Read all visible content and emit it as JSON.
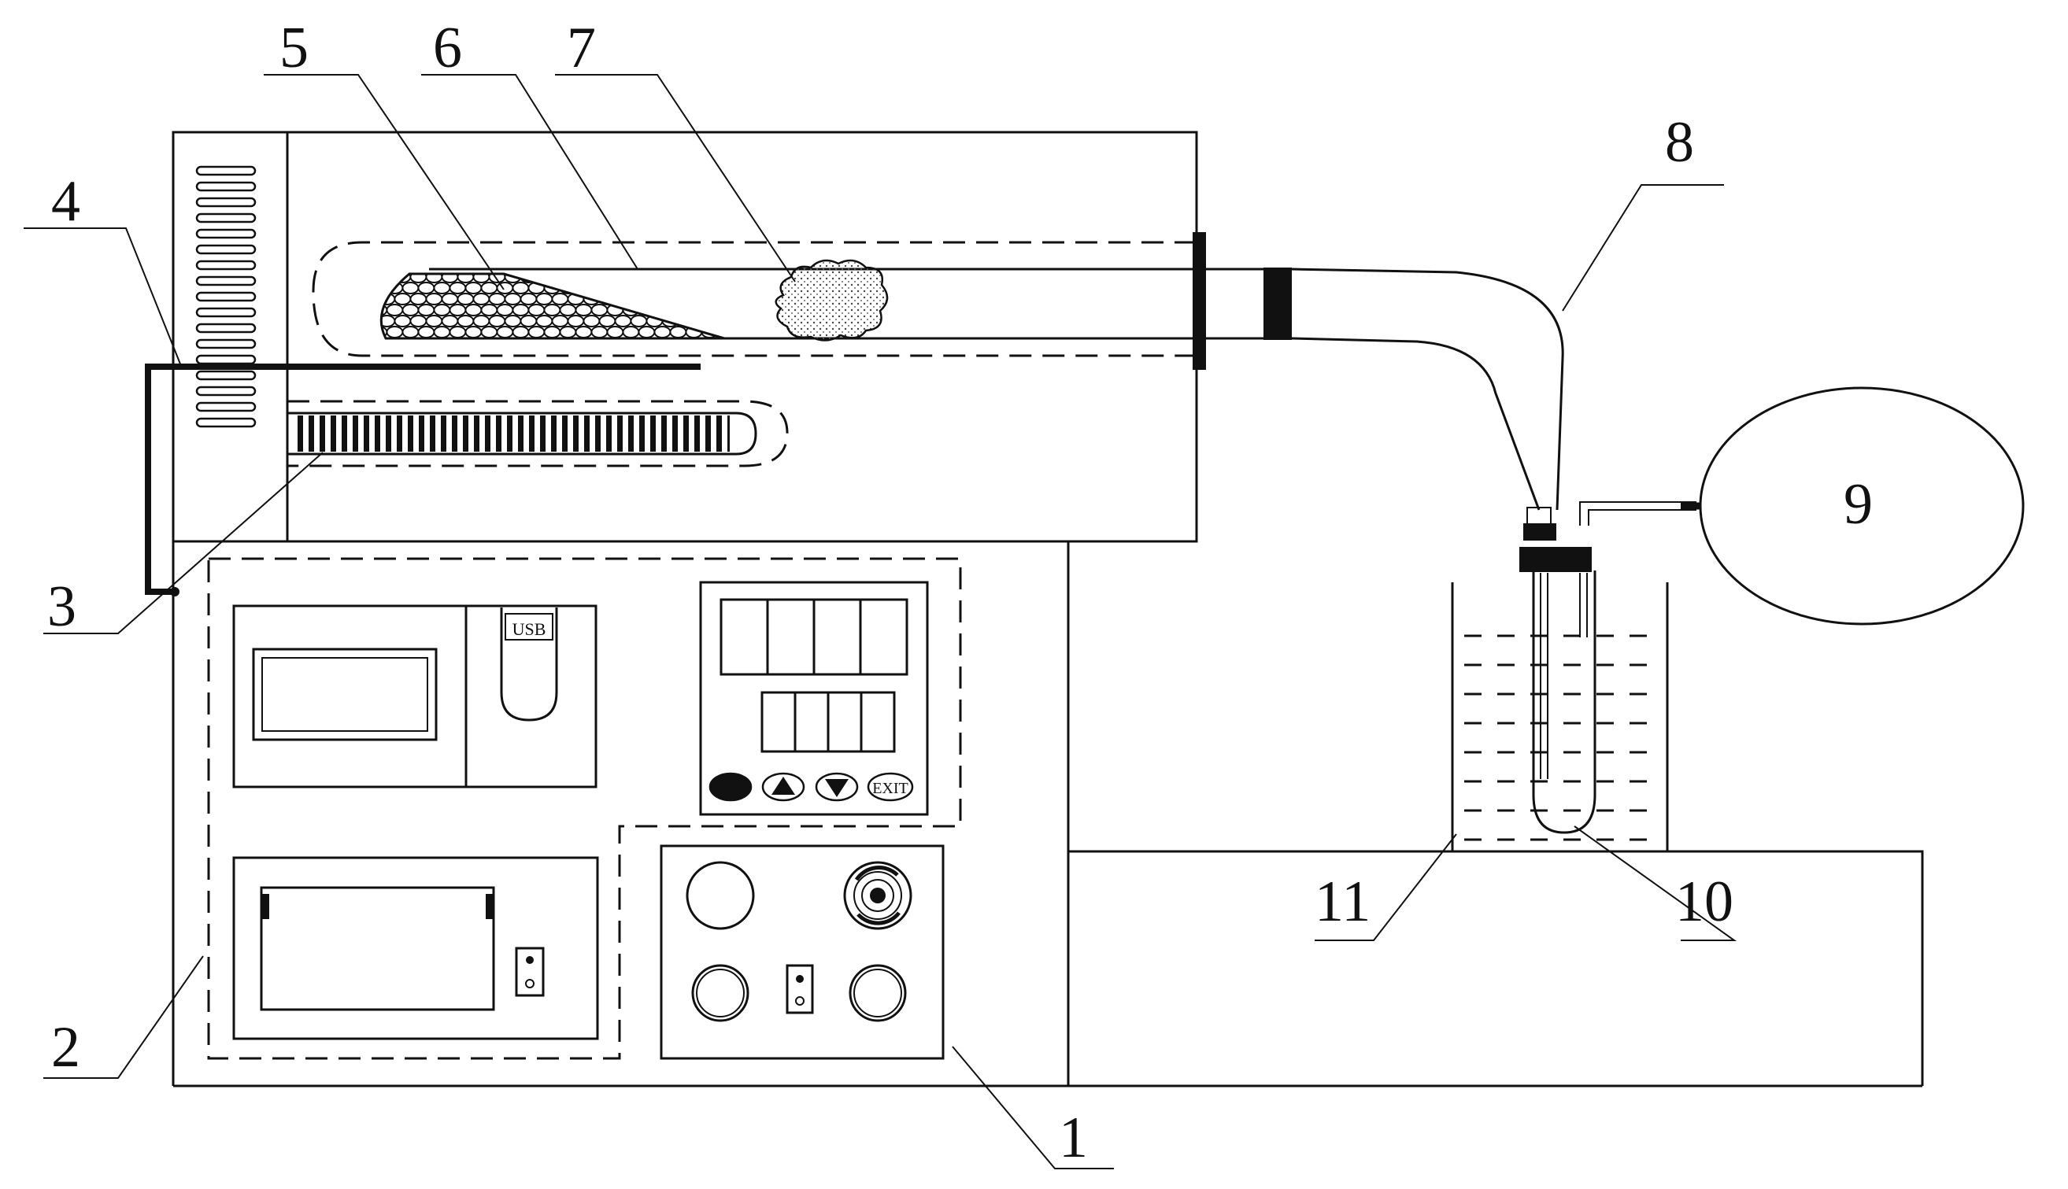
{
  "labels": {
    "l1": "1",
    "l2": "2",
    "l3": "3",
    "l4": "4",
    "l5": "5",
    "l6": "6",
    "l7": "7",
    "l8": "8",
    "l9": "9",
    "l10": "10",
    "l11": "11"
  },
  "panel": {
    "usb_label": "USB",
    "exit_label": "EXIT"
  }
}
